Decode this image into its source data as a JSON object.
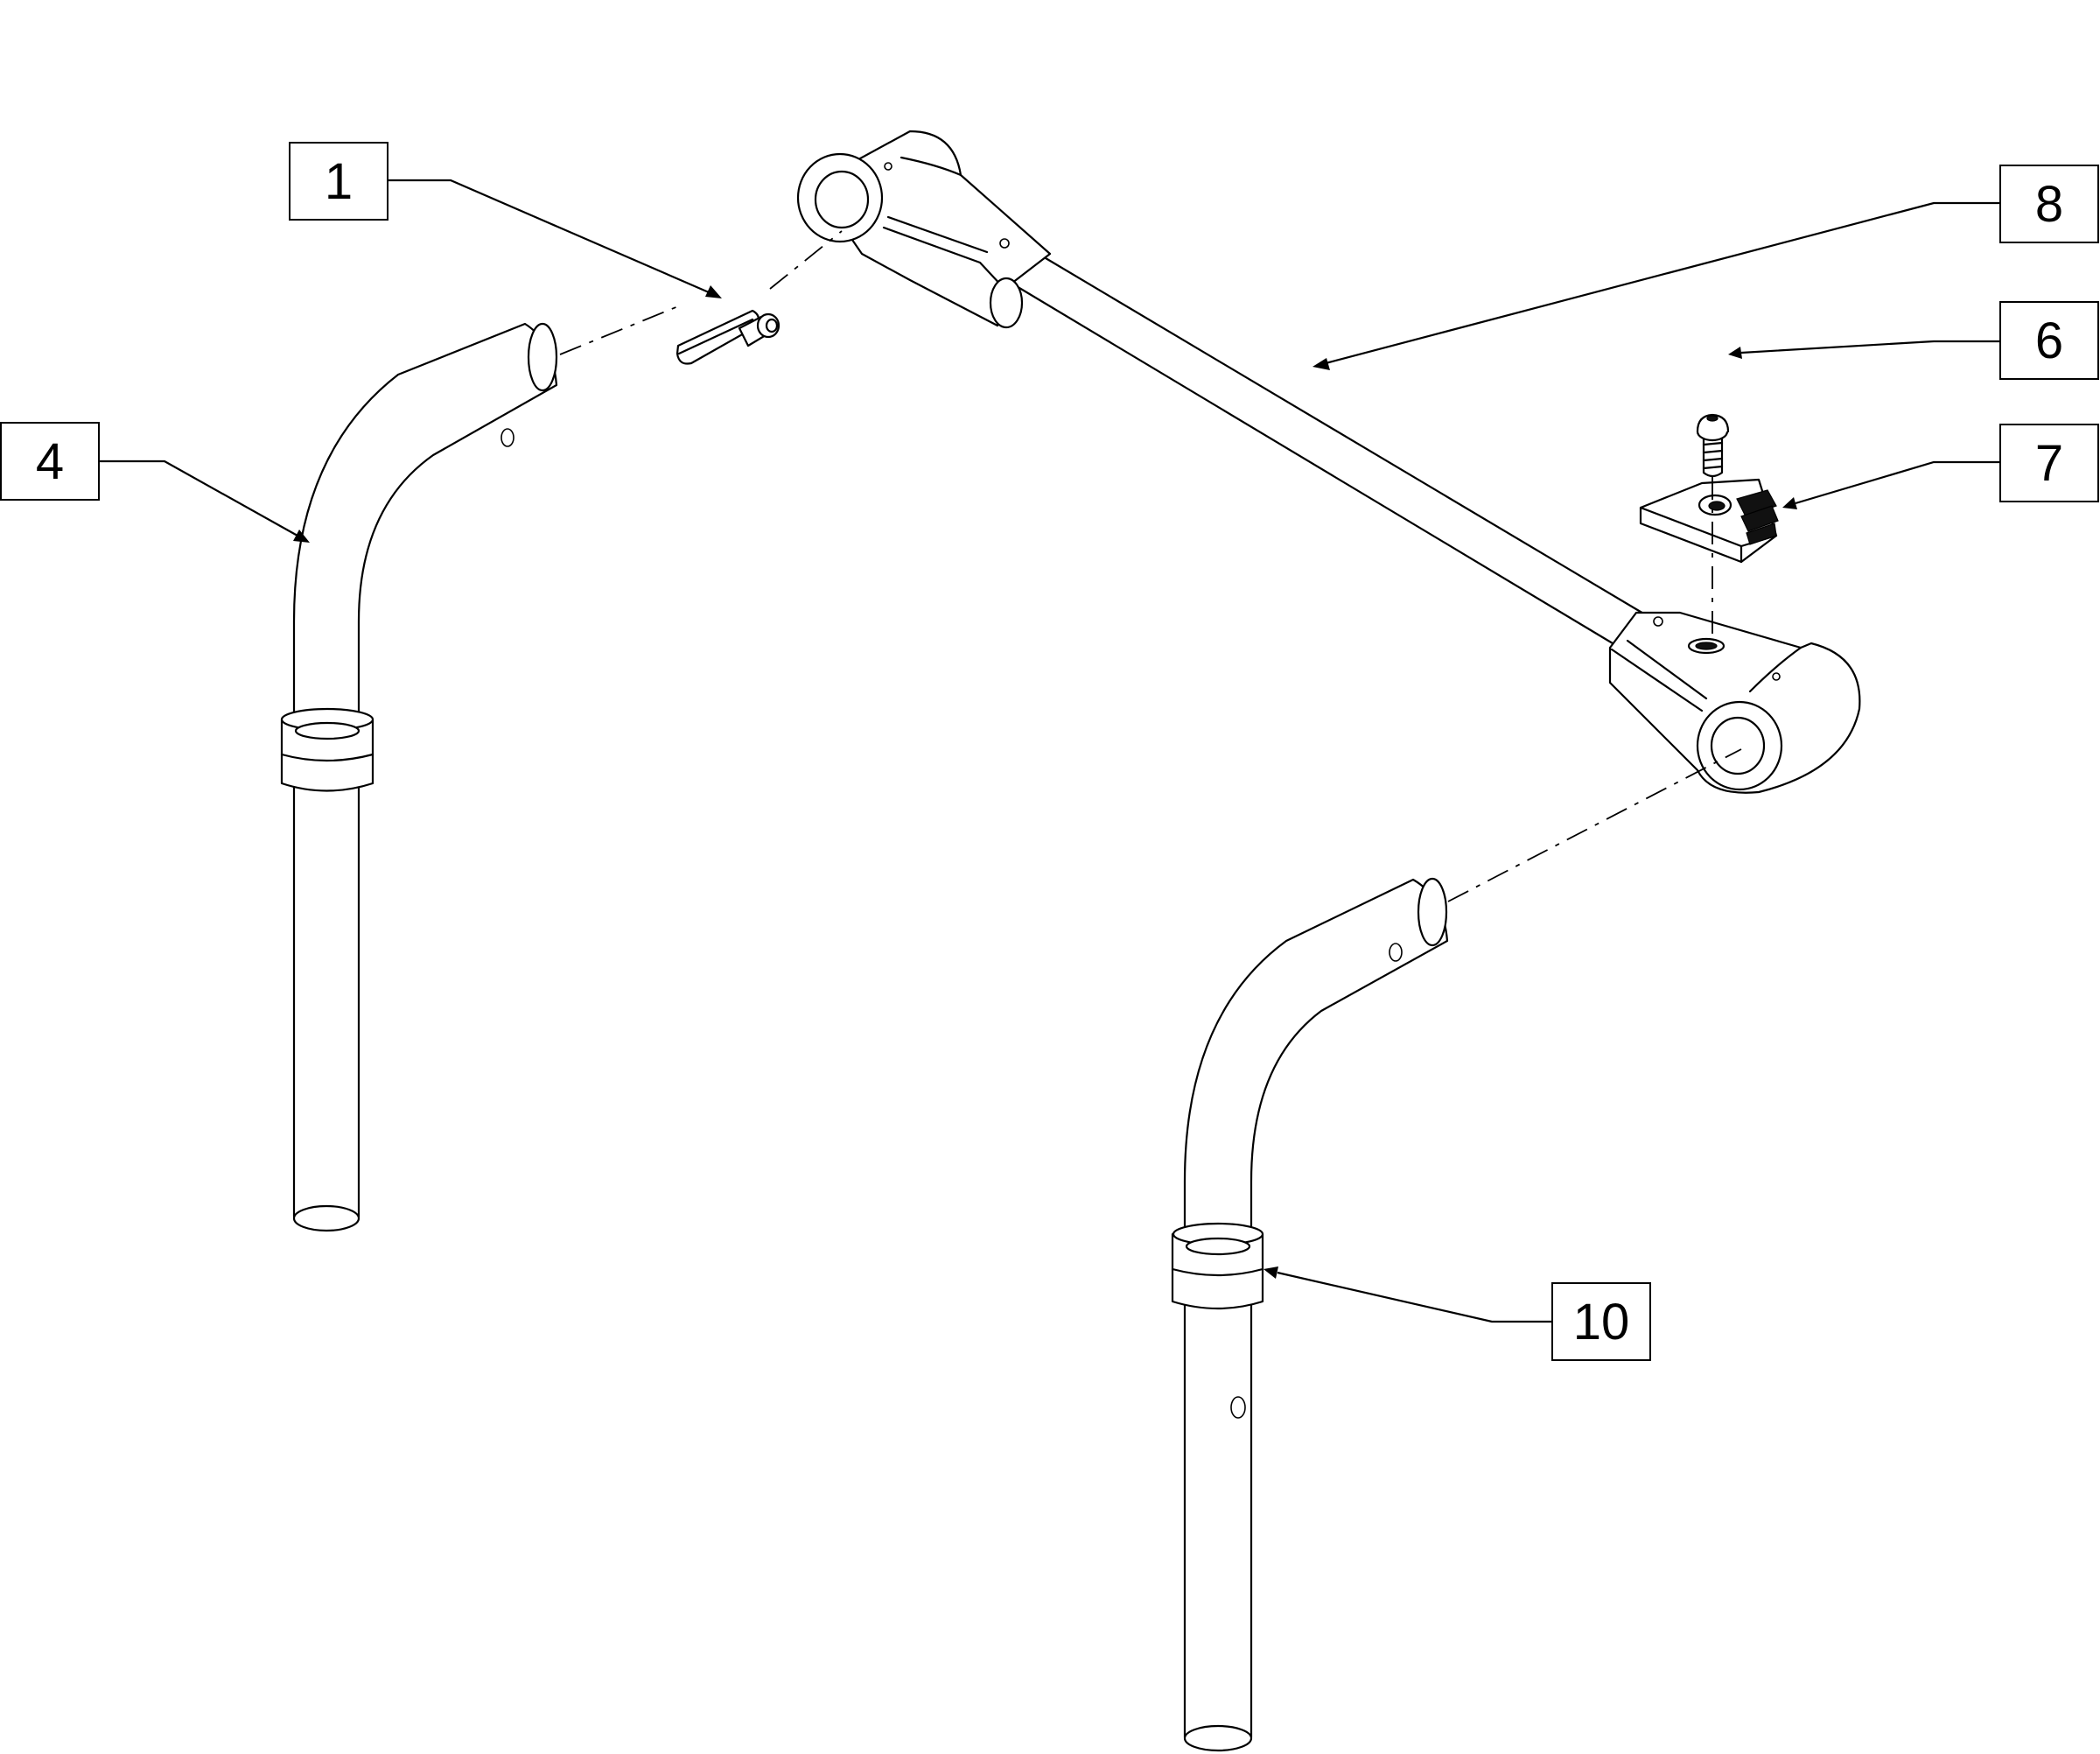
{
  "callouts": [
    {
      "id": "1",
      "label": "1"
    },
    {
      "id": "4",
      "label": "4"
    },
    {
      "id": "6",
      "label": "6"
    },
    {
      "id": "7",
      "label": "7"
    },
    {
      "id": "8",
      "label": "8"
    },
    {
      "id": "10",
      "label": "10"
    }
  ],
  "colors": {
    "line": "#000000",
    "background": "#ffffff"
  }
}
